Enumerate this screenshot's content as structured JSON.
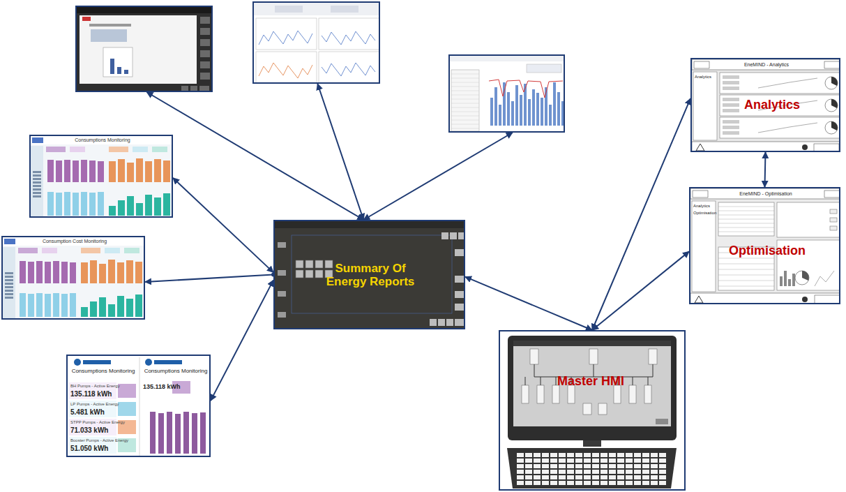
{
  "diagram": {
    "nodes": [
      {
        "text": []
      },
      {
        "text": []
      },
      {
        "text": []
      },
      {
        "text": [
          "EneMIND - Analytics",
          "Analytics",
          "Analytics"
        ]
      },
      {
        "text": [
          "Consumptions Monitoring"
        ]
      },
      {
        "text": [
          "EneMIND - Optimisation",
          "Analytics",
          "Optimisation",
          "Optimisation"
        ]
      },
      {
        "text": [
          "Summary Of Energy Reports"
        ]
      },
      {
        "text": [
          "Consumption Cost Monitoring"
        ]
      },
      {
        "text": [
          "Master HMI"
        ]
      },
      {
        "text": [
          "Consumptions Monitoring",
          "BH Pumps - Active Energy",
          "135.118 kWh",
          "LP Pumps - Active Energy",
          "5.481 kWh",
          "STPP Pumps - Active Energy",
          "71.033 kWh",
          "Booster Pumps - Active Energy",
          "51.050 kWh",
          "Consumptions Monitoring",
          "135.118 kWh"
        ]
      }
    ],
    "edges": [
      {
        "from": 6,
        "to": 0,
        "arrow": "both"
      },
      {
        "from": 6,
        "to": 1,
        "arrow": "both"
      },
      {
        "from": 6,
        "to": 2,
        "arrow": "both"
      },
      {
        "from": 6,
        "to": 4,
        "arrow": "both"
      },
      {
        "from": 6,
        "to": 7,
        "arrow": "to"
      },
      {
        "from": 6,
        "to": 9,
        "arrow": "both"
      },
      {
        "from": 6,
        "to": 8,
        "arrow": "both"
      },
      {
        "from": 8,
        "to": 3,
        "arrow": "both"
      },
      {
        "from": 8,
        "to": 5,
        "arrow": "both"
      },
      {
        "from": 3,
        "to": 5,
        "arrow": "both"
      }
    ]
  }
}
